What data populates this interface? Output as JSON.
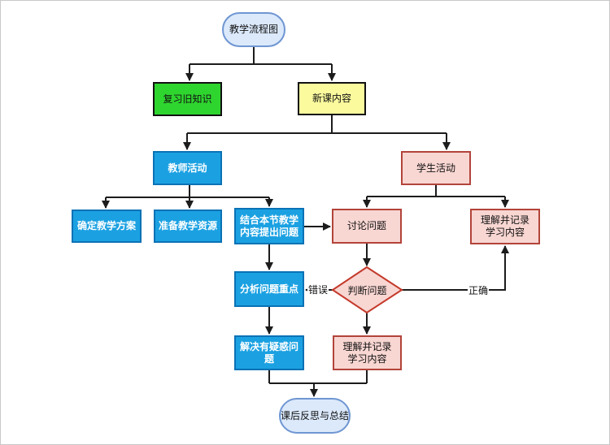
{
  "flowchart": {
    "nodes": {
      "start": {
        "label": "教学流程图"
      },
      "review": {
        "label": "复习旧知识"
      },
      "new_content": {
        "label": "新课内容"
      },
      "teacher": {
        "label": "教师活动"
      },
      "student": {
        "label": "学生活动"
      },
      "plan": {
        "label": "确定教学方案"
      },
      "resource": {
        "label": "准备教学资源"
      },
      "question": {
        "line1": "结合本节教学",
        "line2": "内容提出问题"
      },
      "discuss": {
        "label": "讨论问题"
      },
      "record_top": {
        "line1": "理解并记录",
        "line2": "学习内容"
      },
      "analyze": {
        "label": "分析问题重点"
      },
      "judge": {
        "label": "判断问题"
      },
      "record_bottom": {
        "line1": "理解并记录",
        "line2": "学习内容"
      },
      "solve": {
        "label": "解决有疑惑问题"
      },
      "end": {
        "label": "课后反思与总结"
      }
    },
    "edge_labels": {
      "wrong": "错误",
      "correct": "正确"
    },
    "edges": [
      {
        "from": "start",
        "to": "review"
      },
      {
        "from": "start",
        "to": "new_content"
      },
      {
        "from": "new_content",
        "to": "teacher"
      },
      {
        "from": "new_content",
        "to": "student"
      },
      {
        "from": "teacher",
        "to": "plan"
      },
      {
        "from": "teacher",
        "to": "resource"
      },
      {
        "from": "teacher",
        "to": "question"
      },
      {
        "from": "student",
        "to": "discuss"
      },
      {
        "from": "student",
        "to": "record_top"
      },
      {
        "from": "question",
        "to": "discuss"
      },
      {
        "from": "question",
        "to": "analyze"
      },
      {
        "from": "discuss",
        "to": "judge"
      },
      {
        "from": "judge",
        "to": "analyze",
        "label": "错误"
      },
      {
        "from": "judge",
        "to": "record_top",
        "label": "正确"
      },
      {
        "from": "judge",
        "to": "record_bottom"
      },
      {
        "from": "analyze",
        "to": "solve"
      },
      {
        "from": "solve",
        "to": "end"
      },
      {
        "from": "record_bottom",
        "to": "end"
      }
    ],
    "colors": {
      "terminator_fill": "#dbe9fb",
      "terminator_border": "#6f96d2",
      "green_fill": "#2fd52f",
      "yellow_fill": "#fbfb9e",
      "black_border": "#111111",
      "blue_fill": "#1ba1e2",
      "blue_border": "#0a72b5",
      "pink_fill": "#f8d6d2",
      "pink_border": "#b2443a",
      "diamond_border": "#c43a2b",
      "connector": "#1c1c1c"
    }
  }
}
